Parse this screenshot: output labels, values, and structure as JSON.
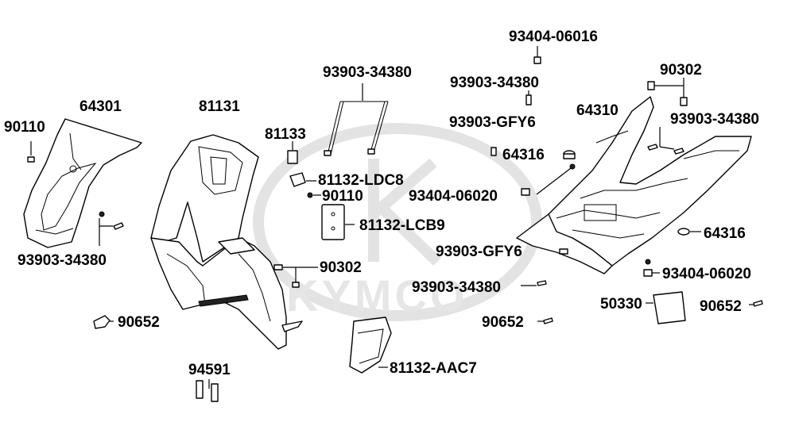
{
  "watermark": "KYMCO",
  "parts": [
    {
      "id": "p90110a",
      "label": "90110"
    },
    {
      "id": "p64301",
      "label": "64301"
    },
    {
      "id": "p93903a",
      "label": "93903-34380"
    },
    {
      "id": "p81131",
      "label": "81131"
    },
    {
      "id": "p93903b",
      "label": "93903-34380"
    },
    {
      "id": "p81133",
      "label": "81133"
    },
    {
      "id": "p81132ldc8",
      "label": "81132-LDC8"
    },
    {
      "id": "p90110b",
      "label": "90110"
    },
    {
      "id": "p81132lcb9",
      "label": "81132-LCB9"
    },
    {
      "id": "p90302a",
      "label": "90302"
    },
    {
      "id": "p90652a",
      "label": "90652"
    },
    {
      "id": "p94591",
      "label": "94591"
    },
    {
      "id": "p81132aac7",
      "label": "81132-AAC7"
    },
    {
      "id": "p93404a",
      "label": "93404-06016"
    },
    {
      "id": "p93903c",
      "label": "93903-34380"
    },
    {
      "id": "p90302b",
      "label": "90302"
    },
    {
      "id": "p64310",
      "label": "64310"
    },
    {
      "id": "p93903d",
      "label": "93903-34380"
    },
    {
      "id": "p93903gfy6a",
      "label": "93903-GFY6"
    },
    {
      "id": "p64316a",
      "label": "64316"
    },
    {
      "id": "p93404b",
      "label": "93404-06020"
    },
    {
      "id": "p64316b",
      "label": "64316"
    },
    {
      "id": "p93903gfy6b",
      "label": "93903-GFY6"
    },
    {
      "id": "p93404c",
      "label": "93404-06020"
    },
    {
      "id": "p93903e",
      "label": "93903-34380"
    },
    {
      "id": "p50330",
      "label": "50330"
    },
    {
      "id": "p90652b",
      "label": "90652"
    },
    {
      "id": "p90652c",
      "label": "90652"
    }
  ]
}
